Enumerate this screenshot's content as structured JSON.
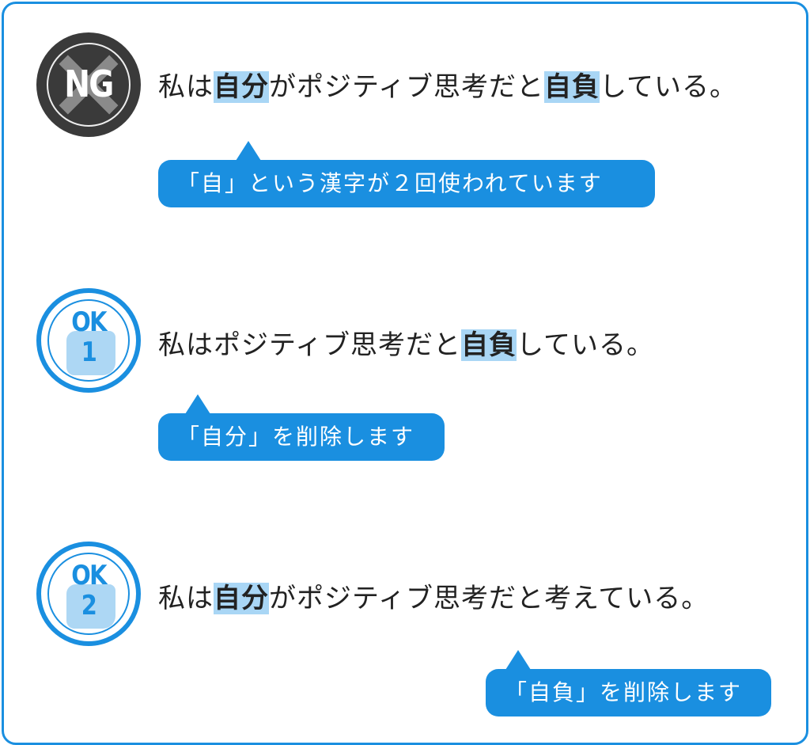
{
  "colors": {
    "accent": "#1a8fe0",
    "highlight": "#a9d6f5",
    "ng_badge": "#3a3a3a"
  },
  "examples": [
    {
      "badge": {
        "type": "NG",
        "line1": "NG",
        "line2": "",
        "icon": "x-mark-icon"
      },
      "sentence": [
        {
          "text": "私は",
          "hl": false
        },
        {
          "text": "自分",
          "hl": true
        },
        {
          "text": "がポジティブ思考だと",
          "hl": false
        },
        {
          "text": "自負",
          "hl": true
        },
        {
          "text": "している。",
          "hl": false
        }
      ],
      "note": "「自」という漢字が２回使われています"
    },
    {
      "badge": {
        "type": "OK",
        "line1": "OK",
        "line2": "1"
      },
      "sentence": [
        {
          "text": "私はポジティブ思考だと",
          "hl": false
        },
        {
          "text": "自負",
          "hl": true
        },
        {
          "text": "している。",
          "hl": false
        }
      ],
      "note": "「自分」を削除します"
    },
    {
      "badge": {
        "type": "OK",
        "line1": "OK",
        "line2": "2"
      },
      "sentence": [
        {
          "text": "私は",
          "hl": false
        },
        {
          "text": "自分",
          "hl": true
        },
        {
          "text": "がポジティブ思考だと考えている。",
          "hl": false
        }
      ],
      "note": "「自負」を削除します"
    }
  ]
}
